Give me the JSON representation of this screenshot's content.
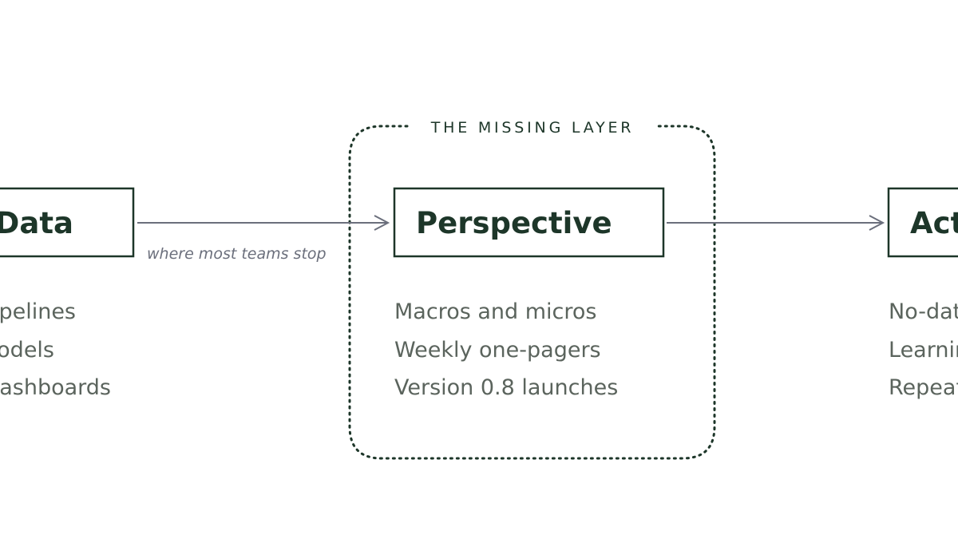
{
  "diagram": {
    "group_label": "THE MISSING LAYER",
    "edge_note": "where most teams stop",
    "nodes": [
      {
        "title": "Data",
        "items": [
          "Pipelines",
          "Models",
          "Dashboards"
        ]
      },
      {
        "title": "Perspective",
        "items": [
          "Macros and micros",
          "Weekly one-pagers",
          "Version 0.8 launches"
        ]
      },
      {
        "title": "Action",
        "items": [
          "No-data decisions",
          "Learning loops",
          "Repeatable wins"
        ]
      }
    ]
  },
  "colors": {
    "box_stroke": "#1d3629",
    "title_text": "#1d3629",
    "item_text": "#5b645d",
    "arrow": "#6b6f7c",
    "group_border": "#1d3629",
    "background": "#ffffff"
  }
}
